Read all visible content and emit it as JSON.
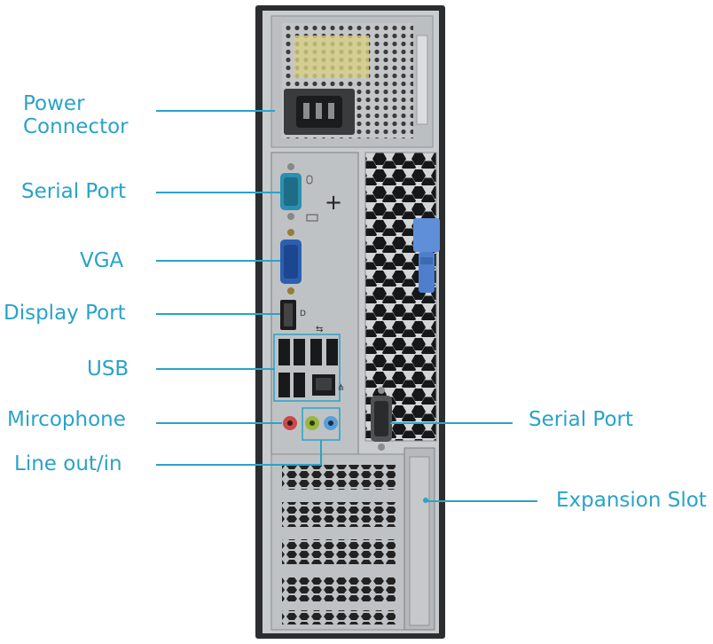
{
  "labels": {
    "power": [
      "Power",
      "Connector"
    ],
    "serial_left": "Serial Port",
    "vga": "VGA",
    "display_port": "Display Port",
    "usb": "USB",
    "microphone": "Mircophone",
    "line": "Line out/in",
    "serial_right": "Serial Port",
    "expansion": "Expansion Slot"
  },
  "colors": {
    "accent": "#29a3c9",
    "chassis": "#c9ccce",
    "serial_connector": "#2b8fae",
    "vga_connector": "#2c5fb0",
    "release_latch": "#5f8fd8",
    "mic_jack": "#c84a4a",
    "line_out_jack": "#9bb63f",
    "line_in_jack": "#5a9ed6"
  },
  "icons": [
    "power-inlet-icon",
    "mouse-icon",
    "keyboard-icon",
    "usb-symbol-icon",
    "network-symbol-icon",
    "display-port-symbol-icon"
  ]
}
